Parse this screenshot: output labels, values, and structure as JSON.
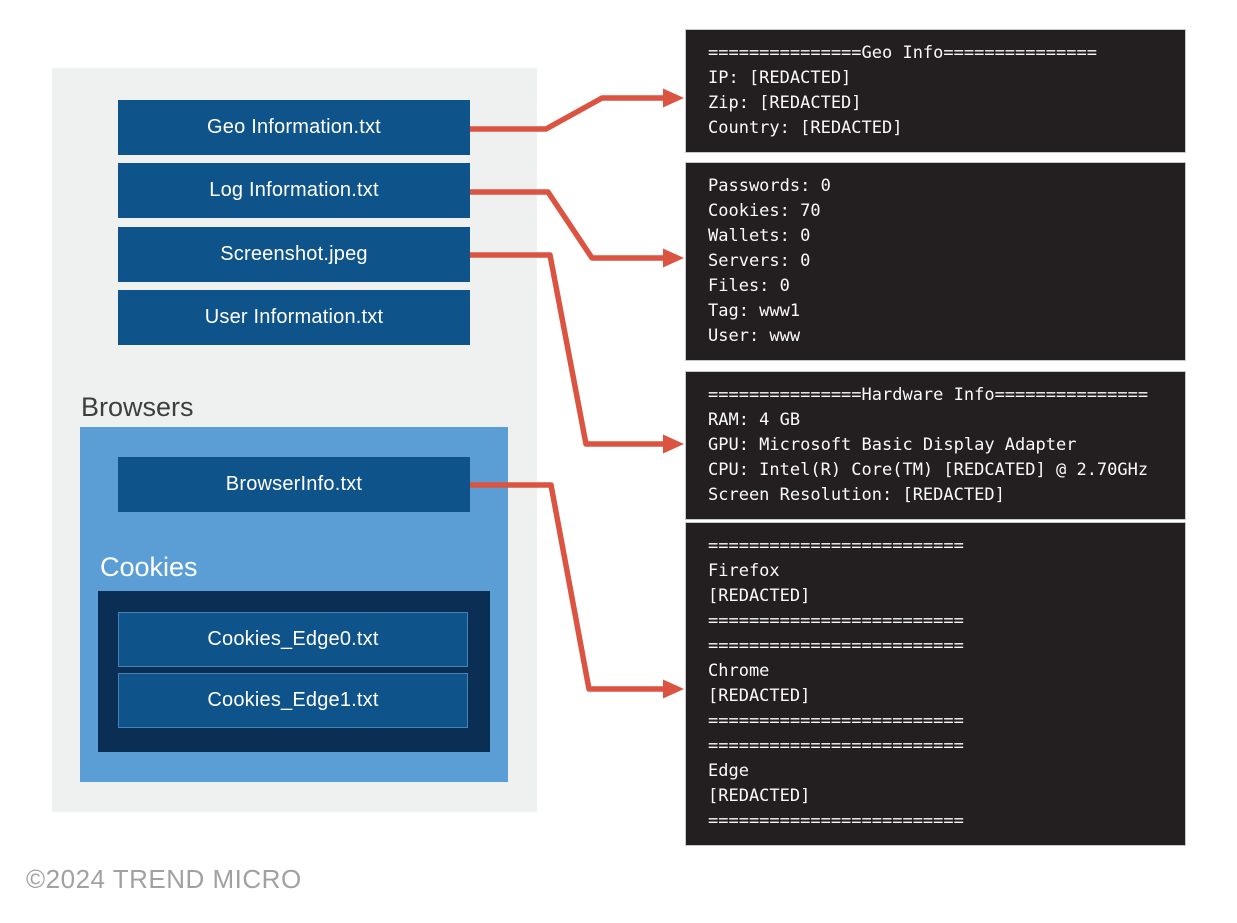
{
  "left_panel": {
    "files": [
      {
        "label": "Geo Information.txt"
      },
      {
        "label": "Log Information.txt"
      },
      {
        "label": "Screenshot.jpeg"
      },
      {
        "label": "User Information.txt"
      }
    ],
    "browsers": {
      "label": "Browsers",
      "file": "BrowserInfo.txt",
      "cookies": {
        "label": "Cookies",
        "files": [
          {
            "label": "Cookies_Edge0.txt"
          },
          {
            "label": "Cookies_Edge1.txt"
          }
        ]
      }
    }
  },
  "terminals": [
    {
      "name": "geo-info",
      "lines": [
        "===============Geo Info===============",
        "IP: [REDACTED]",
        "Zip: [REDACTED]",
        "Country: [REDACTED]"
      ]
    },
    {
      "name": "log-info",
      "lines": [
        "Passwords: 0",
        "Cookies: 70",
        "Wallets: 0",
        "Servers: 0",
        "Files: 0",
        "Tag: www1",
        "User: www"
      ]
    },
    {
      "name": "hardware-info",
      "lines": [
        "===============Hardware Info===============",
        "RAM: 4 GB",
        "GPU: Microsoft Basic Display Adapter",
        "CPU: Intel(R) Core(TM) [REDCATED] @ 2.70GHz",
        "Screen Resolution: [REDACTED]"
      ]
    },
    {
      "name": "browser-info",
      "lines": [
        "=========================",
        "Firefox",
        "[REDACTED]",
        "=========================",
        "=========================",
        "Chrome",
        "[REDACTED]",
        "=========================",
        "=========================",
        "Edge",
        "[REDACTED]",
        "========================="
      ]
    }
  ],
  "connections": [
    {
      "from": "Geo Information.txt",
      "to": "geo-info"
    },
    {
      "from": "Log Information.txt",
      "to": "log-info"
    },
    {
      "from": "Screenshot.jpeg",
      "to": "hardware-info"
    },
    {
      "from": "BrowserInfo.txt",
      "to": "browser-info"
    }
  ],
  "footer": {
    "copyright": "©2024 TREND MICRO"
  },
  "colors": {
    "panel_gray": "#EFF0F0",
    "file_box_blue": "#0F538B",
    "browsers_blue": "#5B9ED5",
    "cookies_navy": "#0A2E54",
    "terminal_bg": "#231F20",
    "terminal_border": "#C9C9C9",
    "arrow_red": "#DB5341",
    "label_gray": "#3E3E3E",
    "footer_gray": "#A1A1A3"
  }
}
